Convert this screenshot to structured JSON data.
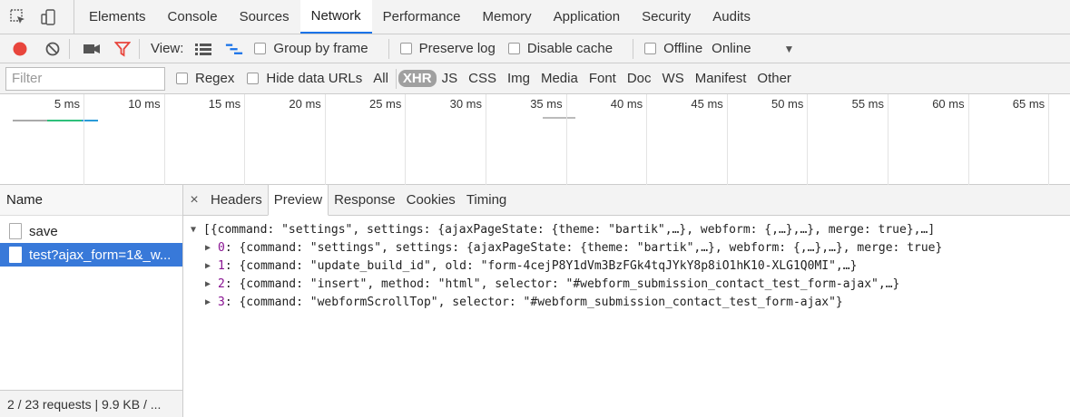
{
  "tabs": [
    {
      "label": "Elements",
      "active": false
    },
    {
      "label": "Console",
      "active": false
    },
    {
      "label": "Sources",
      "active": false
    },
    {
      "label": "Network",
      "active": true
    },
    {
      "label": "Performance",
      "active": false
    },
    {
      "label": "Memory",
      "active": false
    },
    {
      "label": "Application",
      "active": false
    },
    {
      "label": "Security",
      "active": false
    },
    {
      "label": "Audits",
      "active": false
    }
  ],
  "toolbar": {
    "view_label": "View:",
    "group_by_frame": "Group by frame",
    "preserve_log": "Preserve log",
    "disable_cache": "Disable cache",
    "offline": "Offline",
    "throttle_value": "Online"
  },
  "filter": {
    "placeholder": "Filter",
    "regex": "Regex",
    "hide_data_urls": "Hide data URLs",
    "types": [
      "All",
      "XHR",
      "JS",
      "CSS",
      "Img",
      "Media",
      "Font",
      "Doc",
      "WS",
      "Manifest",
      "Other"
    ],
    "active_type": "XHR"
  },
  "timeline": {
    "ticks": [
      "5 ms",
      "10 ms",
      "15 ms",
      "20 ms",
      "25 ms",
      "30 ms",
      "35 ms",
      "40 ms",
      "45 ms",
      "50 ms",
      "55 ms",
      "60 ms",
      "65 ms"
    ]
  },
  "requests": {
    "header": "Name",
    "items": [
      {
        "name": "save",
        "selected": false
      },
      {
        "name": "test?ajax_form=1&_w...",
        "selected": true
      }
    ],
    "footer": "2 / 23 requests | 9.9 KB / ..."
  },
  "detail": {
    "close": "×",
    "tabs": [
      "Headers",
      "Preview",
      "Response",
      "Cookies",
      "Timing"
    ],
    "active_tab": "Preview",
    "root": "[{command: \"settings\", settings: {ajaxPageState: {theme: \"bartik\",…}, webform: {,…},…}, merge: true},…]",
    "children": [
      {
        "idx": "0",
        "text": "{command: \"settings\", settings: {ajaxPageState: {theme: \"bartik\",…}, webform: {,…},…}, merge: true}"
      },
      {
        "idx": "1",
        "text": "{command: \"update_build_id\", old: \"form-4cejP8Y1dVm3BzFGk4tqJYkY8p8iO1hK10-XLG1Q0MI\",…}"
      },
      {
        "idx": "2",
        "text": "{command: \"insert\", method: \"html\", selector: \"#webform_submission_contact_test_form-ajax\",…}"
      },
      {
        "idx": "3",
        "text": "{command: \"webformScrollTop\", selector: \"#webform_submission_contact_test_form-ajax\"}"
      }
    ]
  },
  "colors": {
    "record": "#e8453c",
    "filter_active": "#e8453c",
    "accent": "#1a73e8",
    "selected_row": "#3879d9"
  }
}
